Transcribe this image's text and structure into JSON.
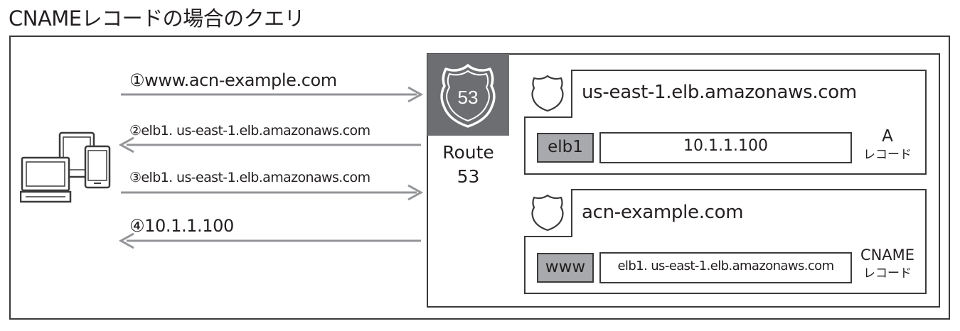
{
  "title": "CNAMEレコードの場合のクエリ",
  "route53": {
    "icon_number": "53",
    "label_line1": "Route",
    "label_line2": "53"
  },
  "queries": [
    {
      "label": "①www.acn-example.com",
      "direction": "to-route53"
    },
    {
      "label": "②elb1. us-east-1.elb.amazonaws.com",
      "direction": "to-client"
    },
    {
      "label": "③elb1. us-east-1.elb.amazonaws.com",
      "direction": "to-route53"
    },
    {
      "label": "④10.1.1.100",
      "direction": "to-client"
    }
  ],
  "zones": [
    {
      "name": "us-east-1.elb.amazonaws.com",
      "record_key": "elb1",
      "record_value": "10.1.1.100",
      "record_type": "A",
      "record_word": "レコード"
    },
    {
      "name": "acn-example.com",
      "record_key": "www",
      "record_value": "elb1. us-east-1.elb.amazonaws.com",
      "record_type": "CNAME",
      "record_word": "レコード"
    }
  ],
  "icons": {
    "client": "client-devices-icon",
    "route53": "route53-shield-icon",
    "zone": "hosted-zone-shield-icon"
  },
  "colors": {
    "line": "#3a3a3a",
    "arrow": "#939598",
    "route_box": "#6d6e71",
    "key_fill": "#a7a9ac"
  }
}
